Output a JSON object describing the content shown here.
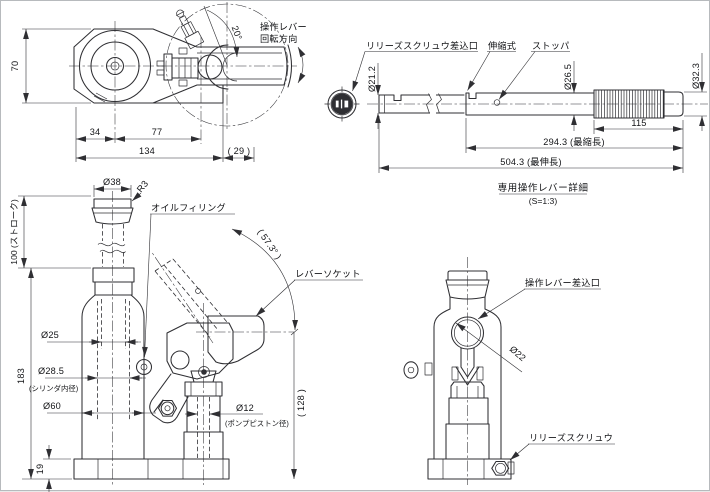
{
  "drawing": {
    "colors": {
      "line": "#2f2f33",
      "background": "#ffffff",
      "frame": "#b7babd"
    },
    "views": {
      "top": {
        "labels": {
          "rotation1": "操作レバー",
          "rotation2": "回転方向"
        },
        "dims": {
          "angle20": "20°",
          "h70": "70",
          "w34": "34",
          "w77": "77",
          "w134": "134",
          "w29": "( 29 )"
        }
      },
      "lever": {
        "labels": {
          "release_port": "リリーズスクリュウ差込口",
          "telescopic": "伸縮式",
          "stopper": "ストッパ"
        },
        "dims": {
          "d212": "Ø21.2",
          "d265": "Ø26.5",
          "d323": "Ø32.3",
          "l115": "115",
          "l294": "294.3 (最縮長)",
          "l504": "504.3 (最伸長)"
        },
        "title": "専用操作レバー詳細",
        "scale_note": "(S=1:3)"
      },
      "front": {
        "labels": {
          "oil_filling": "オイルフィリング",
          "lever_socket": "レバーソケット"
        },
        "dims": {
          "d38": "Ø38",
          "r3": "R3",
          "stroke": "100 (ストローク)",
          "h183": "183",
          "d25": "Ø25",
          "d285": "Ø28.5",
          "d285_note": "(シリンダ内径)",
          "d60": "Ø60",
          "h19": "19",
          "d12": "Ø12",
          "d12_note": "(ポンプピストン径)",
          "h128": "( 128 )",
          "angle": "( 57.3° )"
        }
      },
      "side": {
        "labels": {
          "lever_port": "操作レバー差込口",
          "release_screw": "リリーズスクリュウ"
        },
        "dims": {
          "d22": "Ø22"
        }
      }
    }
  }
}
